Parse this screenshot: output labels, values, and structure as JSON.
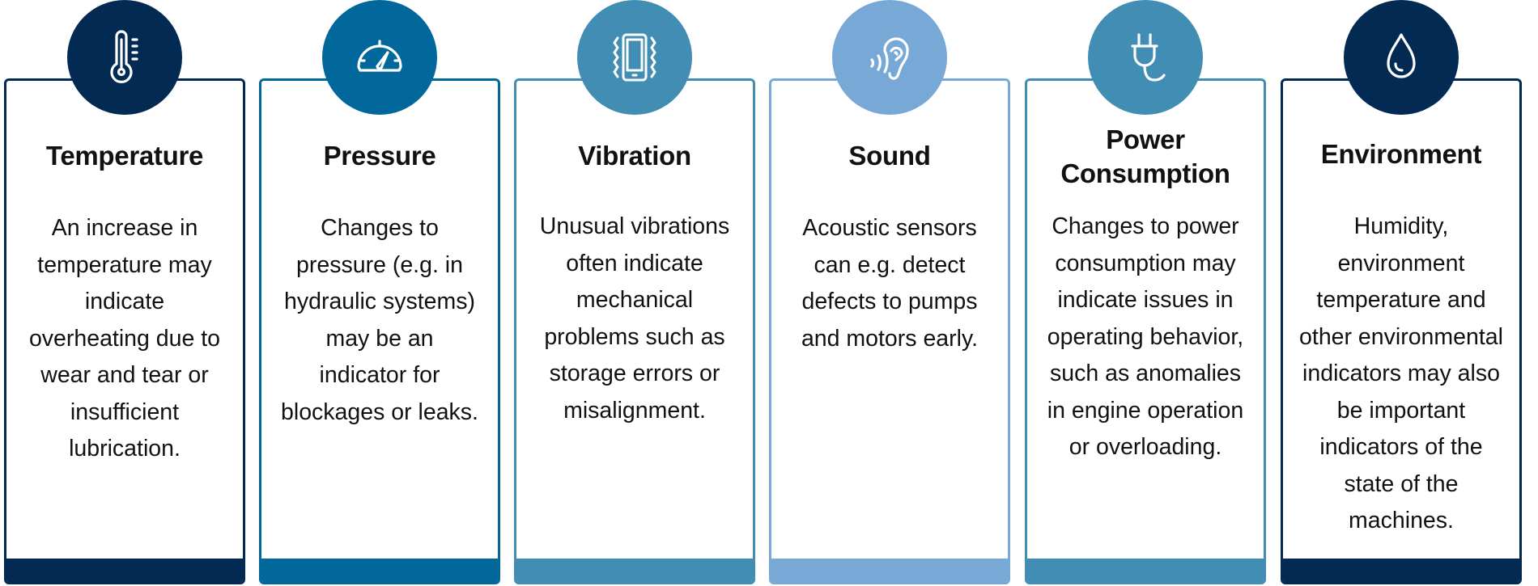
{
  "colors": {
    "navy": "#022a52",
    "blue": "#02689c",
    "teal": "#428db4",
    "light_blue": "#78a9d6"
  },
  "cards": [
    {
      "icon": "thermometer-icon",
      "color": "#022a52",
      "title": "Temperature",
      "body": "An increase in\ntemperature may\nindicate\noverheating due to\nwear and tear or\ninsufficient\nlubrication."
    },
    {
      "icon": "gauge-icon",
      "color": "#02689c",
      "title": "Pressure",
      "body": "Changes to\npressure (e.g. in\nhydraulic systems)\nmay be an\nindicator for\nblockages or leaks."
    },
    {
      "icon": "vibrating-phone-icon",
      "color": "#428db4",
      "title": "Vibration",
      "body": "Unusual vibrations\noften indicate\nmechanical\nproblems such as\nstorage errors or\nmisalignment."
    },
    {
      "icon": "ear-sound-icon",
      "color": "#78a9d6",
      "title": "Sound",
      "body": "Acoustic sensors\ncan e.g. detect\ndefects to pumps\nand motors early."
    },
    {
      "icon": "power-plug-icon",
      "color": "#428db4",
      "title": "Power\nConsumption",
      "body": "Changes to power\nconsumption may\nindicate issues in\noperating behavior,\nsuch as anomalies\nin engine operation\nor overloading."
    },
    {
      "icon": "water-drop-icon",
      "color": "#022a52",
      "title": "Environment",
      "body": "Humidity,\nenvironment\ntemperature and\nother environmental\nindicators may also\nbe important\nindicators of the\nstate of the\nmachines."
    }
  ]
}
